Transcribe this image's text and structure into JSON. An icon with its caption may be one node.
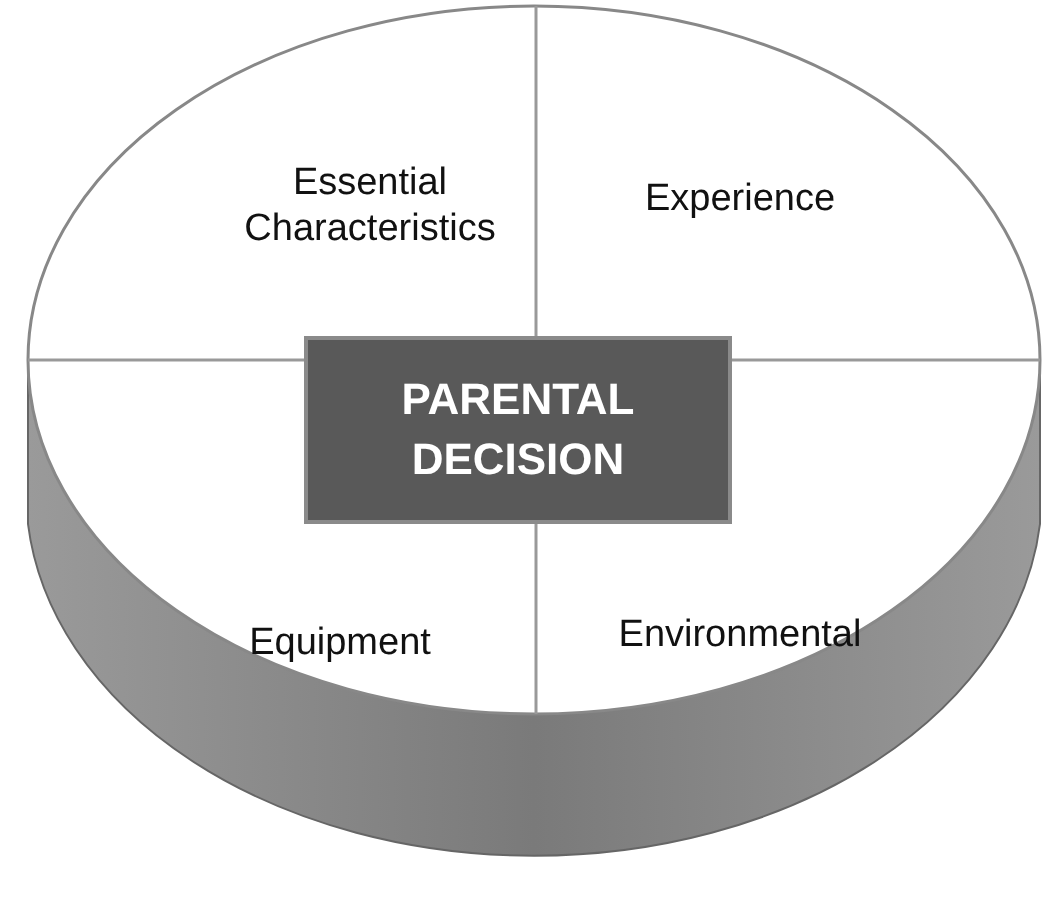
{
  "diagram": {
    "nodes": [
      {
        "text": [
          "Essential Characteristics"
        ]
      },
      {
        "text": [
          "Experience"
        ]
      },
      {
        "text": [
          "PARENTAL DECISION"
        ]
      },
      {
        "text": [
          "Equipment"
        ]
      },
      {
        "text": [
          "Environmental"
        ]
      }
    ]
  }
}
